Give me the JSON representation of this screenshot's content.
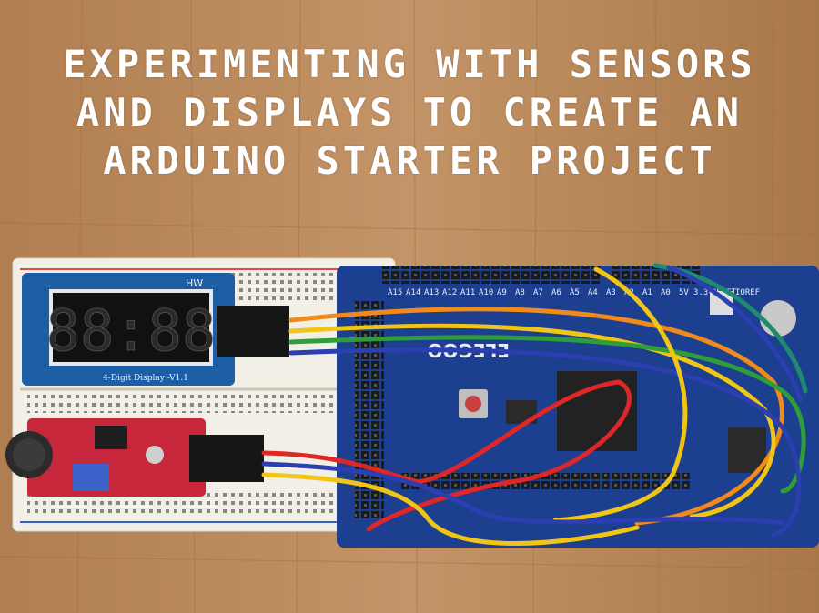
{
  "title_lines": [
    "EXPERIMENTING WITH SENSORS",
    "AND DISPLAYS TO CREATE AN",
    "ARDUINO STARTER PROJECT"
  ],
  "display_module": {
    "brand": "HW",
    "caption": "4-Digit Display -V1.1",
    "digits": "88:88"
  },
  "board": {
    "brand": "ELEGOO",
    "pin_labels": [
      "A15",
      "A14",
      "A13",
      "A12",
      "A11",
      "A10",
      "A9",
      "A8",
      "A7",
      "A6",
      "A5",
      "A4",
      "A3",
      "A2",
      "A1",
      "A0",
      "5V",
      "3.3V",
      "RESET",
      "IOREF"
    ]
  },
  "colors": {
    "wood": "#b98a5a",
    "board_blue": "#1c3f8f",
    "breadboard": "#f2efe6",
    "display_pcb": "#1d5fa6",
    "sensor_pcb": "#c8263a",
    "wire_red": "#e02626",
    "wire_orange": "#f08a1a",
    "wire_yellow": "#f1c515",
    "wire_green": "#2f9e3a",
    "wire_blue": "#2c3fb0",
    "wire_teal": "#1f8a6e"
  }
}
